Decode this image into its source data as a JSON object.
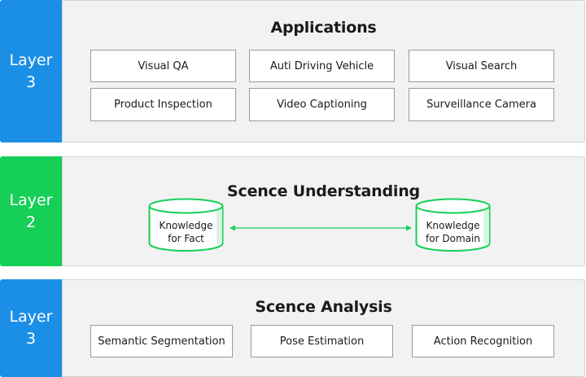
{
  "colors": {
    "blue": "#1b8fe6",
    "green": "#16cf56",
    "panel": "#f2f2f2",
    "arrow": "#16cf56"
  },
  "layer_top": {
    "label": "Layer",
    "number": "3"
  },
  "applications": {
    "title": "Applications",
    "items": [
      "Visual QA",
      "Auti Driving Vehicle",
      "Visual Search",
      "Product Inspection",
      "Video Captioning",
      "Surveillance Camera"
    ]
  },
  "layer_mid": {
    "label": "Layer",
    "number": "2"
  },
  "understanding": {
    "title": "Scence Understanding",
    "left_db": {
      "line1": "Knowledge",
      "line2": "for Fact"
    },
    "right_db": {
      "line1": "Knowledge",
      "line2": "for Domain"
    }
  },
  "layer_bottom": {
    "label": "Layer",
    "number": "3"
  },
  "analysis": {
    "title": "Scence Analysis",
    "items": [
      "Semantic Segmentation",
      "Pose Estimation",
      "Action Recognition"
    ]
  }
}
